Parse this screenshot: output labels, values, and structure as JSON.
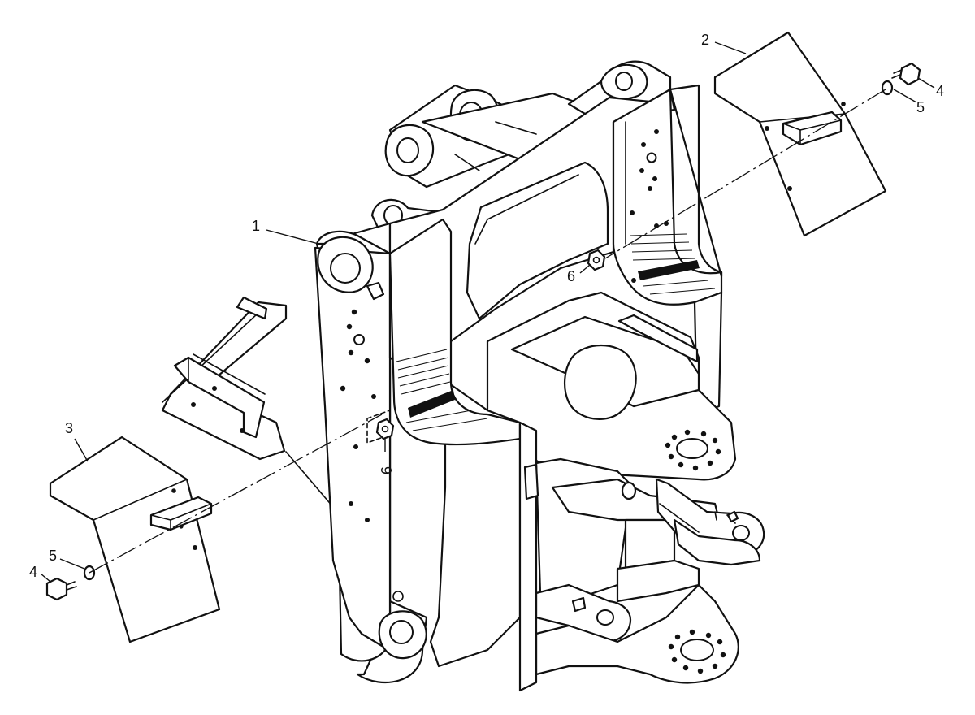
{
  "callouts": {
    "frame": "1",
    "guard_right": "2",
    "guard_left": "3",
    "bolt": "4",
    "washer": "5",
    "nut": "6"
  }
}
